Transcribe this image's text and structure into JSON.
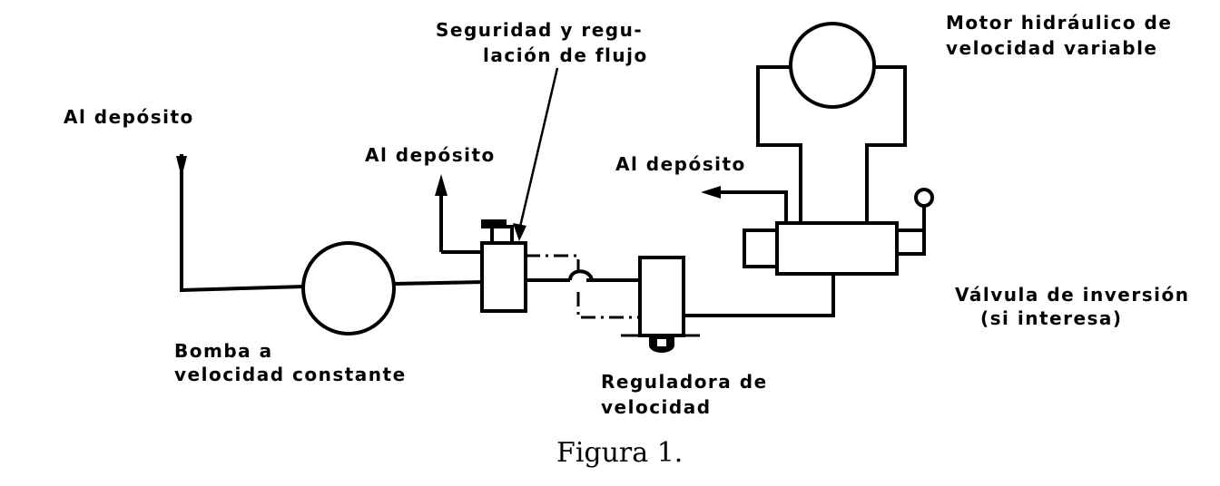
{
  "labels": {
    "tank_left": "Al depósito",
    "tank_middle": "Al depósito",
    "tank_right": "Al depósito",
    "safety_line1": "Seguridad y regu-",
    "safety_line2": "lación de flujo",
    "motor_line1": "Motor hidráulico de",
    "motor_line2": "velocidad variable",
    "pump_line1": "Bomba a",
    "pump_line2": "velocidad  constante",
    "speed_line1": "Reguladora de",
    "speed_line2": "velocidad",
    "valve_line1": "Válvula de inversión",
    "valve_line2": "(si interesa)"
  },
  "caption": "Figura 1."
}
